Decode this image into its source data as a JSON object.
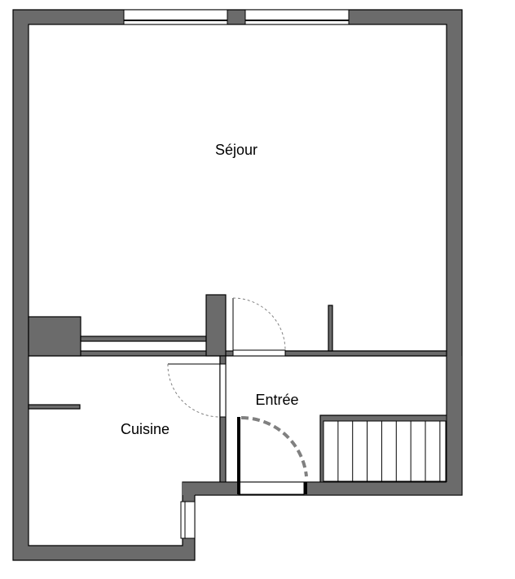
{
  "plan": {
    "rooms": [
      {
        "id": "sejour",
        "label": "Séjour"
      },
      {
        "id": "entree",
        "label": "Entrée"
      },
      {
        "id": "cuisine",
        "label": "Cuisine"
      }
    ],
    "stair_steps": 9,
    "colors": {
      "wall": "#6b6b6b",
      "door_arc": "#808080",
      "line": "#000000"
    }
  }
}
